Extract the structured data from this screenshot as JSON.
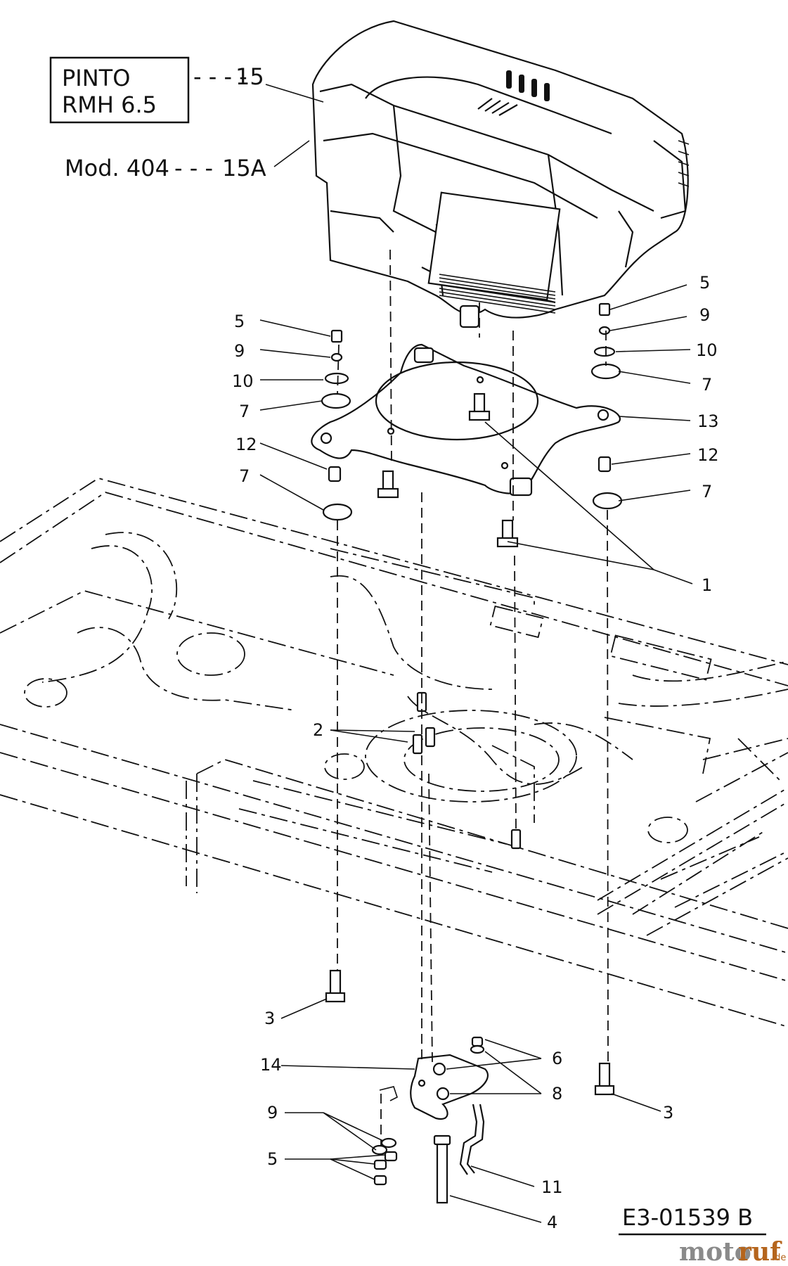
{
  "model_box": {
    "line1": "PINTO",
    "line2": "RMH 6.5"
  },
  "model_alt": "Mod. 404",
  "leader_dashes": [
    "- - - -",
    "- - -"
  ],
  "drawing_code": "E3-01539 B",
  "watermark": {
    "brand": "moto",
    "brand_accent": "ruf",
    "tld": ".de"
  },
  "callouts": [
    {
      "id": "c15",
      "label": "15"
    },
    {
      "id": "c15a",
      "label": "15A"
    },
    {
      "id": "c5l",
      "label": "5"
    },
    {
      "id": "c9l",
      "label": "9"
    },
    {
      "id": "c10l",
      "label": "10"
    },
    {
      "id": "c7l1",
      "label": "7"
    },
    {
      "id": "c12l",
      "label": "12"
    },
    {
      "id": "c7l2",
      "label": "7"
    },
    {
      "id": "c5r",
      "label": "5"
    },
    {
      "id": "c9r",
      "label": "9"
    },
    {
      "id": "c10r",
      "label": "10"
    },
    {
      "id": "c7r1",
      "label": "7"
    },
    {
      "id": "c13",
      "label": "13"
    },
    {
      "id": "c12r",
      "label": "12"
    },
    {
      "id": "c7r2",
      "label": "7"
    },
    {
      "id": "c1",
      "label": "1"
    },
    {
      "id": "c2",
      "label": "2"
    },
    {
      "id": "c3l",
      "label": "3"
    },
    {
      "id": "c14",
      "label": "14"
    },
    {
      "id": "c6",
      "label": "6"
    },
    {
      "id": "c8",
      "label": "8"
    },
    {
      "id": "c3r",
      "label": "3"
    },
    {
      "id": "c9b",
      "label": "9"
    },
    {
      "id": "c5b",
      "label": "5"
    },
    {
      "id": "c11",
      "label": "11"
    },
    {
      "id": "c4",
      "label": "4"
    }
  ],
  "colors": {
    "ink": "#111111",
    "paper": "#ffffff",
    "watermark_grey": "#8a8a8a",
    "watermark_orange": "#b5651d"
  }
}
